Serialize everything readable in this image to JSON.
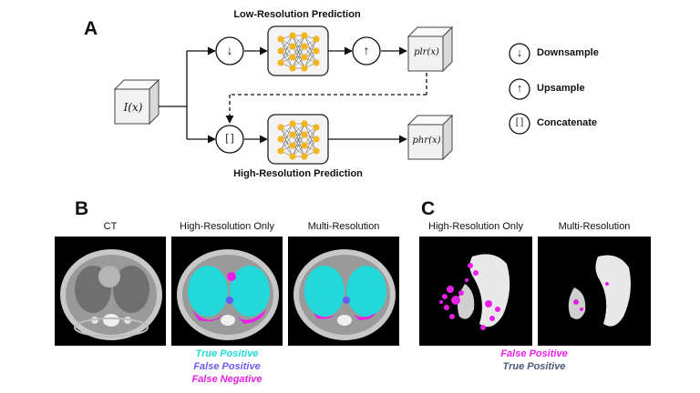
{
  "panels": {
    "a": "A",
    "b": "B",
    "c": "C"
  },
  "diagram": {
    "input_label": "I(x)",
    "low_res_title": "Low-Resolution Prediction",
    "high_res_title": "High-Resolution Prediction",
    "output_lr_label": "plr(x)",
    "output_hr_label": "phr(x)",
    "downsample_symbol": "↓",
    "upsample_symbol": "↑",
    "concat_symbol": "[ ]"
  },
  "legend": {
    "items": [
      {
        "symbol": "↓",
        "label": "Downsample"
      },
      {
        "symbol": "↑",
        "label": "Upsample"
      },
      {
        "symbol": "[ ]",
        "label": "Concatenate"
      }
    ]
  },
  "panel_b": {
    "tiles": [
      "CT",
      "High-Resolution Only",
      "Multi-Resolution"
    ],
    "key": [
      {
        "label": "True Positive",
        "color": "#22d8d8"
      },
      {
        "label": "False Positive",
        "color": "#6a5cf0"
      },
      {
        "label": "False Negative",
        "color": "#e81fe8"
      }
    ]
  },
  "panel_c": {
    "tiles": [
      "High-Resolution Only",
      "Multi-Resolution"
    ],
    "key": [
      {
        "label": "False Positive",
        "color": "#e81fe8"
      },
      {
        "label": "True Positive",
        "color": "#4a5a7a"
      }
    ]
  },
  "colors": {
    "node": "#f5b51f",
    "box_fill": "#f4f4f4",
    "arrow": "#111111"
  }
}
